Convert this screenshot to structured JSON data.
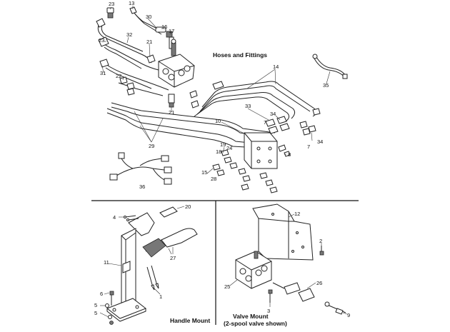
{
  "titles": {
    "hoses": "Hoses and Fittings",
    "handle": "Handle Mount",
    "valve_line1": "Valve Mount",
    "valve_line2": "(2-spool valve shown)"
  },
  "callouts": {
    "top": [
      "23",
      "13",
      "30",
      "16",
      "17",
      "32",
      "23",
      "21",
      "31",
      "22",
      "21",
      "14",
      "35",
      "10",
      "33",
      "34",
      "7",
      "34",
      "19",
      "24",
      "18",
      "15",
      "28",
      "8",
      "7",
      "29",
      "36"
    ],
    "handle": [
      "20",
      "4",
      "27",
      "11",
      "1",
      "6",
      "5",
      "5"
    ],
    "valve": [
      "12",
      "2",
      "25",
      "26",
      "3",
      "9"
    ]
  }
}
